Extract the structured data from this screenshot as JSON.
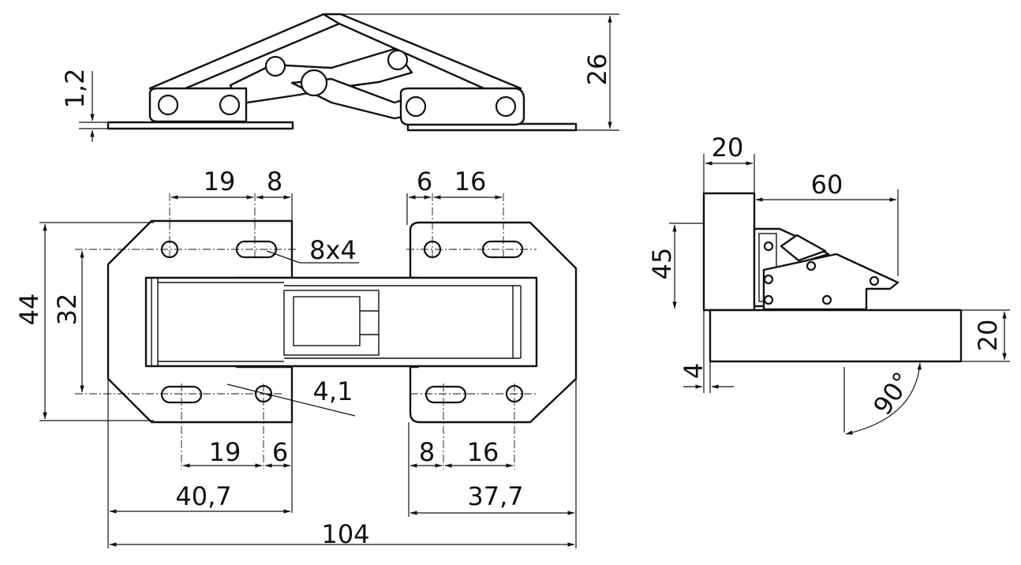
{
  "colors": {
    "ink": "#111111",
    "paper": "#ffffff"
  },
  "dimensions": {
    "top_view": {
      "thickness": "1,2",
      "height": "26"
    },
    "front_view": {
      "left_top_spacing": "19",
      "left_slot_width": "8",
      "slot_size": "8x4",
      "right_top_offset": "6",
      "right_top_spacing": "16",
      "overall_height": "44",
      "hole_spacing_vertical": "32",
      "hole_diameter": "4,1",
      "left_bottom_spacing": "19",
      "left_bottom_offset": "6",
      "right_bottom_slot": "8",
      "right_bottom_spacing": "16",
      "left_wing_width": "40,7",
      "right_wing_width": "37,7",
      "overall_width": "104"
    },
    "side_view": {
      "offset": "20",
      "opening_width": "60",
      "mount_height": "45",
      "panel_thickness": "20",
      "gap": "4",
      "opening_angle": "90°"
    }
  }
}
